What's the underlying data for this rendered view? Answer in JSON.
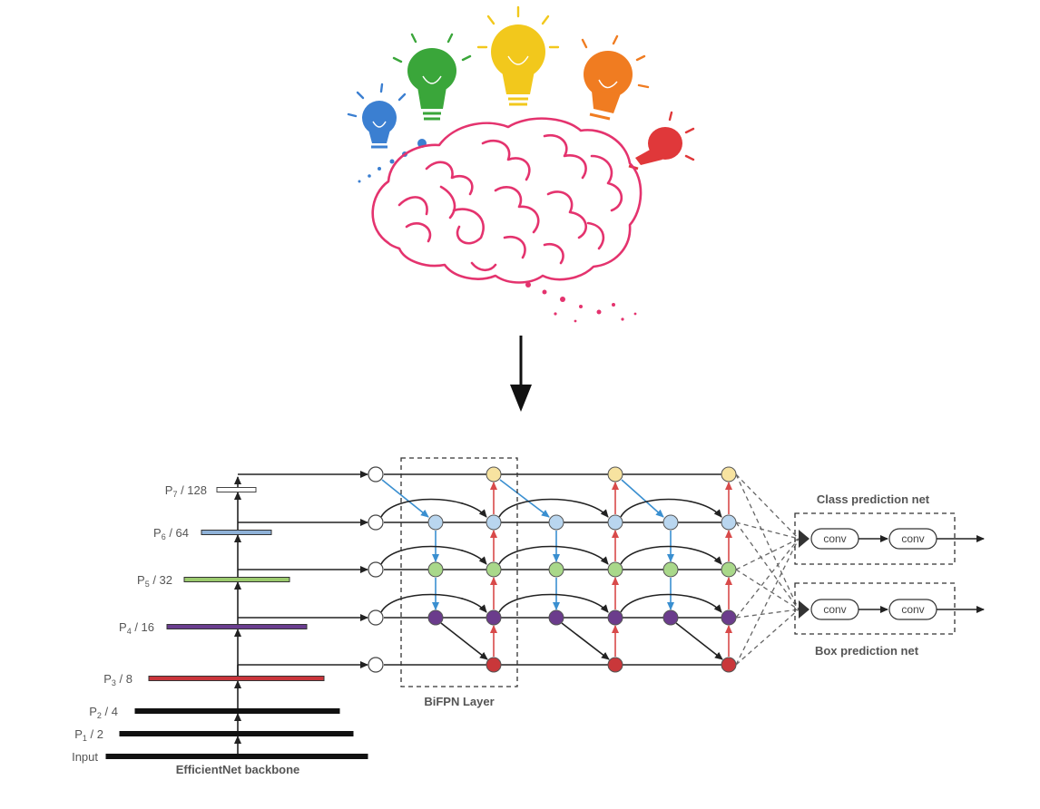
{
  "illustration": {
    "bulb_colors": [
      "#3b7fd1",
      "#3aa63a",
      "#f2c81c",
      "#f07c21",
      "#e0383a"
    ],
    "brain_color": "#e4336e",
    "arrow_icon": "arrow-down-icon"
  },
  "backbone": {
    "levels": [
      {
        "label_main": "P",
        "label_sub": "7",
        "label_rest": " / 128",
        "color": "#ffffff"
      },
      {
        "label_main": "P",
        "label_sub": "6",
        "label_rest": " / 64",
        "color": "#8fb2d8"
      },
      {
        "label_main": "P",
        "label_sub": "5",
        "label_rest": " / 32",
        "color": "#9ccb6e"
      },
      {
        "label_main": "P",
        "label_sub": "4",
        "label_rest": " / 16",
        "color": "#6a3d8f"
      },
      {
        "label_main": "P",
        "label_sub": "3",
        "label_rest": " / 8",
        "color": "#c9353b"
      },
      {
        "label_main": "P",
        "label_sub": "2",
        "label_rest": " / 4",
        "color": "#111111"
      },
      {
        "label_main": "P",
        "label_sub": "1",
        "label_rest": " / 2",
        "color": "#111111"
      },
      {
        "label_main": "Input",
        "label_sub": "",
        "label_rest": "",
        "color": "#111111"
      }
    ],
    "caption": "EfficientNet backbone"
  },
  "bifpn": {
    "caption": "BiFPN Layer",
    "node_colors": {
      "input": "#ffffff",
      "p7": "#f7e3a0",
      "p6": "#b9d6ef",
      "p5": "#a9d88a",
      "p4": "#6b3c8c",
      "p3": "#c9373a"
    }
  },
  "heads": {
    "class_caption": "Class prediction net",
    "box_caption": "Box prediction net",
    "conv_label": "conv"
  }
}
